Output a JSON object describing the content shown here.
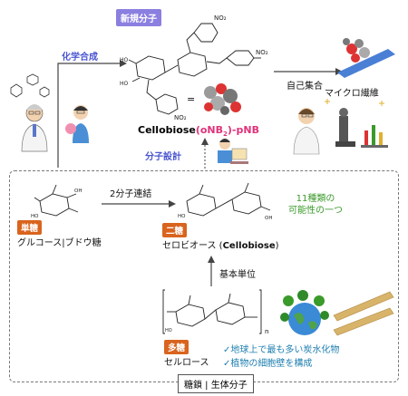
{
  "badge_new_molecule": "新規分子",
  "label_chemical_synthesis": "化学合成",
  "label_self_assembly": "自己集合",
  "label_microfiber": "マイクロ繊維",
  "label_molecular_design": "分子設計",
  "compound": {
    "name_main": "Cellobiose",
    "name_sub": "(oNB",
    "name_sub2": "2",
    "name_sub3": ")-pNB",
    "no2_a": "NO",
    "no2_a_sub": "2",
    "no2_b": "NO",
    "no2_b_sub": "2",
    "no2_c": "NO",
    "no2_c_sub": "2",
    "equals": "="
  },
  "label_two_molecule_link": "2分子連結",
  "label_11_types": "11種類の",
  "label_one_possibility": "可能性の一つ",
  "tag_monosaccharide": "単糖",
  "label_glucose": "グルコース|ブドウ糖",
  "tag_disaccharide": "二糖",
  "label_cellobiose_jp": "セロビオース (",
  "label_cellobiose_en": "Cellobiose",
  "label_cellobiose_close": ")",
  "label_basic_unit": "基本単位",
  "tag_polysaccharide": "多糖",
  "label_cellulose": "セルロース",
  "bullet_most_abundant": "✓地球上で最も多い炭水化物",
  "bullet_cell_wall": "✓植物の細胞壁を構成",
  "footer_tag": "糖鎖 | 生体分子",
  "subscript_n": "n",
  "colors": {
    "accent_purple": "#8b7fe0",
    "accent_blue": "#4a55d0",
    "orange_tag": "#d9641e",
    "green_text": "#3a9a2a",
    "teal_text": "#1f7fb0",
    "pink_text": "#e0337a"
  }
}
